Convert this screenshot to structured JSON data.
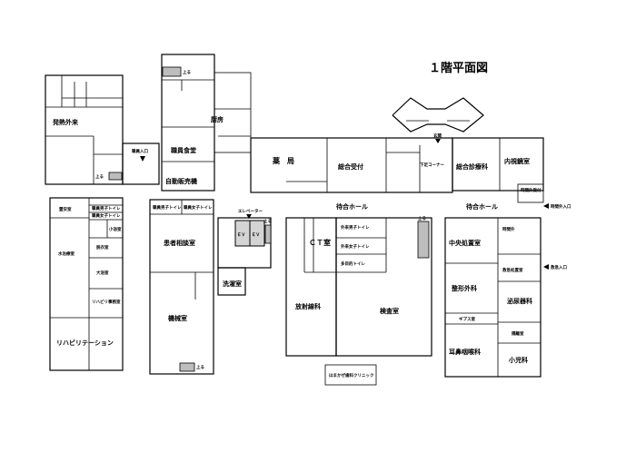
{
  "title": "１階平面図",
  "rooms": {
    "hatsunetsu": "発熱外来",
    "kitchen": "厨房",
    "staff_cafeteria": "職員食堂",
    "vending": "自動販売機",
    "pharmacy": "薬　局",
    "reception": "総合受付",
    "shoes_corner": "下足コーナー",
    "general_clinic": "総合診療科",
    "internal_endocrine": "内視鏡室",
    "lobby_left": "待合ホール",
    "lobby_right": "待合ホール",
    "after_hours_reception": "時間外受付",
    "after_hours_room": "時間外",
    "elevator": "エレベーター",
    "ev1": "ＥＶ",
    "ev2": "ＥＶ",
    "ct_room": "ＣＴ室",
    "radiology": "放射線科",
    "exam_room": "検査室",
    "orthopedics": "整形外科",
    "cast_room": "ギプス室",
    "ent": "耳鼻咽喉科",
    "central_treatment": "中央処置室",
    "emergency_treatment": "救急処置室",
    "urology": "泌尿器科",
    "isolation": "隔離室",
    "pediatrics": "小児科",
    "laundry": "洗濯室",
    "machine_room": "機械室",
    "patient_consult": "患者相談室",
    "staff_toilet_m": "職員男子トイレ",
    "staff_toilet_f": "職員女子トイレ",
    "outpatient_toilet_m": "外来男子トイレ",
    "outpatient_toilet_f": "外来女子トイレ",
    "accessible_toilet": "多目的トイレ",
    "spirit_room": "霊安室",
    "bath_treatment": "水治療室",
    "small_storage": "小浴室",
    "bathing": "脱衣室",
    "large_bath": "大浴室",
    "rehab_office": "リハビリ事務室",
    "rehabilitation": "リハビリテーション",
    "dental": "はまかぜ歯科クリニック"
  },
  "labels": {
    "staff_entrance": "職員入口",
    "entrance": "玄関",
    "after_hours_entrance": "時間外入口",
    "emergency_entrance": "救急入口",
    "up": "上る"
  }
}
